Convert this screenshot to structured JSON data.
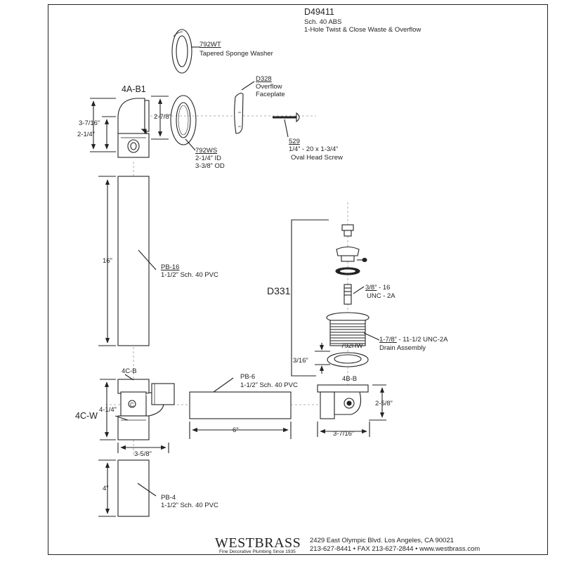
{
  "header": {
    "model": "D49411",
    "line1": "Sch. 40 ABS",
    "line2": "1-Hole Twist & Close Waste & Overflow"
  },
  "parts": {
    "p792wt": {
      "code": "792WT",
      "desc": "Tapered Sponge Washer"
    },
    "p4ab1": {
      "code": "4A-B1"
    },
    "p792ws": {
      "code": "792WS",
      "id": "2-1/4” ID",
      "od": "3-3/8” OD"
    },
    "pd328": {
      "code": "D328",
      "desc1": "Overflow",
      "desc2": "Faceplate"
    },
    "p529": {
      "code": "529",
      "spec": "1/4” - 20 x 1-3/4”",
      "desc": "Oval Head Screw"
    },
    "ppb16": {
      "code": "PB-16",
      "desc": "1-1/2” Sch. 40 PVC"
    },
    "pd331": {
      "code": "D331"
    },
    "pthread": {
      "num": "3/8”",
      "rest": " - 16",
      "spec": "UNC - 2A"
    },
    "pdrain": {
      "num": "1-7/8”",
      "rest": " - 11-1/2 UNC-2A",
      "desc": "Drain Assembly"
    },
    "p792rw": {
      "code": "792RW"
    },
    "p4cb": {
      "code": "4C-B"
    },
    "p4cw": {
      "code": "4C-W"
    },
    "ppb6": {
      "code": "PB-6",
      "desc": "1-1/2” Sch. 40 PVC"
    },
    "p4bb": {
      "code": "4B-B"
    },
    "ppb4": {
      "code": "PB-4",
      "desc": "1-1/2” Sch. 40 PVC"
    }
  },
  "dims": {
    "d3716a": "3-7/16”",
    "d214": "2-1/4”",
    "d278": "2-7/8”",
    "d16": "16”",
    "d316": "3/16”",
    "d414": "4-1/4”",
    "d358": "3-5/8”",
    "d6": "6”",
    "d258": "2-5/8”",
    "d3716b": "3-7/16”",
    "d4": "4”",
    "cl": "C"
  },
  "footer": {
    "brand": "WESTBRASS",
    "tagline": "Fine Decorative Plumbing Since 1935",
    "address": "2429 East Olympic Blvd. Los Angeles, CA  90021",
    "contact": "213-627-8441 • FAX 213-627-2844 • www.westbrass.com"
  }
}
